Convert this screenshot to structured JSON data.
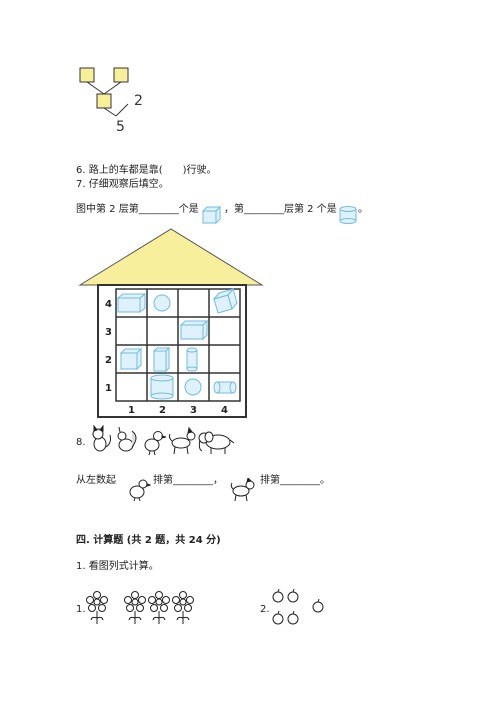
{
  "tree": {
    "right_value": "2",
    "bottom_value": "5"
  },
  "q6": {
    "text": "6. 路上的车都是靠(　　)行驶。"
  },
  "q7": {
    "title": "7. 仔细观察后填空。",
    "line_part1": "图中第 2 层第________个是",
    "line_part2": "，第________层第 2 个是",
    "line_end": "。"
  },
  "grid": {
    "row_labels": [
      "4",
      "3",
      "2",
      "1"
    ],
    "col_labels": [
      "1",
      "2",
      "3",
      "4"
    ]
  },
  "q8": {
    "number": "8.",
    "from_left": "从左数起",
    "rank1": "排第________，",
    "rank2": "排第________。"
  },
  "section4": {
    "heading": "四. 计算题 (共 2 题，共 24 分)"
  },
  "calc": {
    "intro": "1. 看图列式计算。",
    "item1": "1.",
    "item2": "2."
  },
  "colors": {
    "roof": "#f7ef9c",
    "box_fill": "#f8ef99",
    "shape_stroke": "#6fbde0"
  }
}
